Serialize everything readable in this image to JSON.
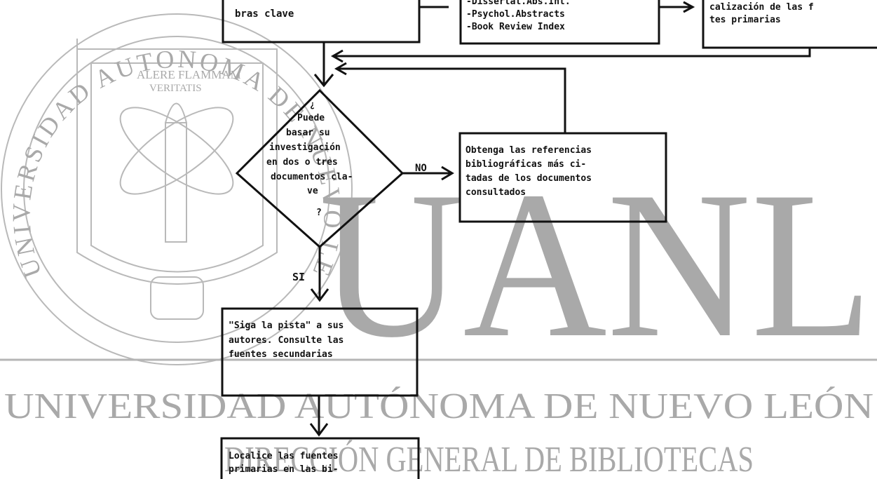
{
  "watermark": {
    "seal_text_top": "UNIVERSIDAD AUTONOMA DE NUEVO LEON",
    "motto_line1": "ALERE FLAMMAM",
    "motto_line2": "VERITATIS",
    "big_letters": "UANL",
    "university_name": "UNIVERSIDAD AUTÓNOMA DE NUEVO LEÓN",
    "direction_name": "DIRECCIÓN GENERAL DE BIBLIOTECAS"
  },
  "flowchart": {
    "box_keywords_text": "bras clave",
    "box_indexes_lines": [
      "-Dissertat.Abs.Int.",
      "-Psychol.Abstracts",
      "-Book Review Index"
    ],
    "box_location_lines": [
      "calización de las f",
      "tes primarias"
    ],
    "decision_lines": [
      "¿",
      "Puede",
      "basar su",
      "investigación",
      "en dos o tres",
      "documentos cla-",
      "ve",
      "?"
    ],
    "no_label": "NO",
    "si_label": "SI",
    "box_references_lines": [
      "Obtenga las referencias",
      "bibliográficas más ci-",
      "tadas de los documentos",
      "consultados"
    ],
    "box_follow_lines": [
      "\"Siga la pista\" a sus",
      "autores. Consulte las",
      "fuentes secundarias"
    ],
    "box_locate_lines": [
      "Localice las fuentes",
      "primarias en las bi-"
    ]
  }
}
